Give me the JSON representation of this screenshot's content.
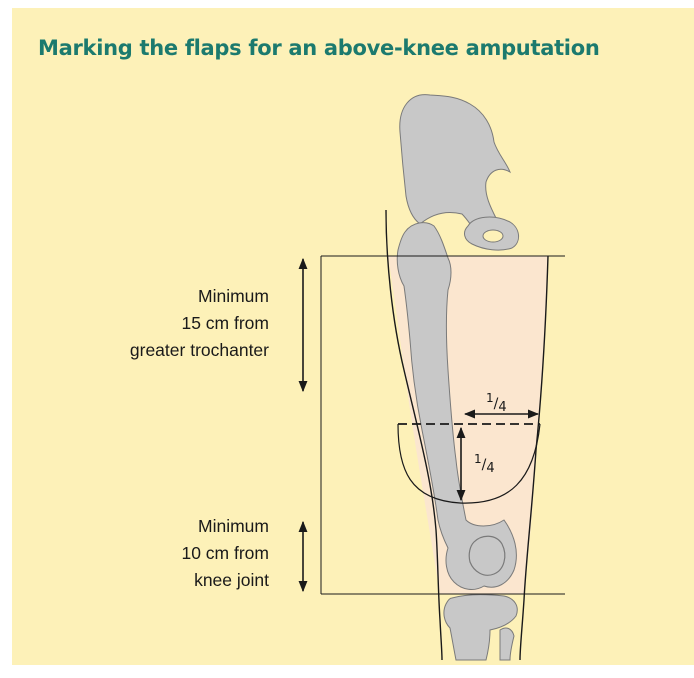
{
  "title": "Marking the flaps for an above-knee amputation",
  "labels": {
    "upper": [
      "Minimum",
      "15 cm from",
      "greater trochanter"
    ],
    "lower": [
      "Minimum",
      "10 cm from",
      "knee joint"
    ]
  },
  "fractions": {
    "horizontal": {
      "num": "1",
      "den": "4"
    },
    "vertical": {
      "num": "1",
      "den": "4"
    }
  },
  "colors": {
    "panel": "#fdf1b8",
    "title": "#1c7a6e",
    "bone": "#c8c8c8",
    "bone_outline": "#7a7a7a",
    "skin_tint": "#fbe6cf",
    "line": "#1a1a1a"
  }
}
